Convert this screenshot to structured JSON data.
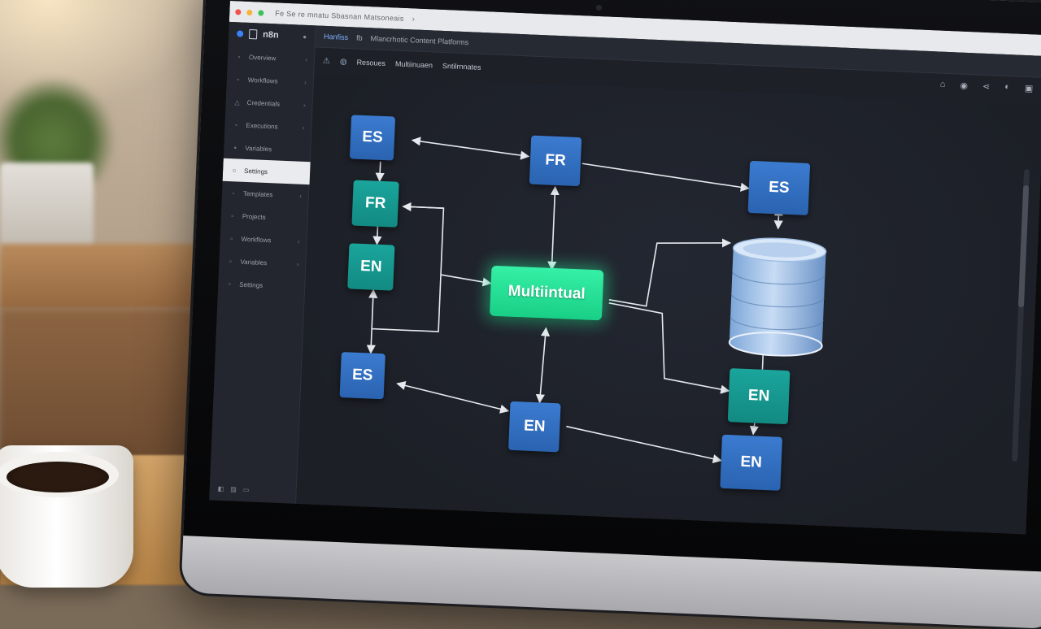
{
  "browser": {
    "url": "Fe Se re mnatu Sbasnan Matsoneais",
    "nav_icon": "arrow-icon"
  },
  "sidebar": {
    "brand": "n8n",
    "pin_icon": "pin-icon",
    "items": [
      {
        "label": "Overview",
        "icon": "home-icon"
      },
      {
        "label": "Workflows",
        "icon": "workflow-icon"
      },
      {
        "label": "Credentials",
        "icon": "key-icon"
      },
      {
        "label": "Executions",
        "icon": "list-icon"
      },
      {
        "label": "Variables",
        "icon": "variable-icon"
      },
      {
        "label": "Settings",
        "icon": "gear-icon",
        "active": true
      },
      {
        "label": "Templates",
        "icon": "template-icon"
      },
      {
        "label": "Projects",
        "icon": "folder-icon"
      },
      {
        "label": "Workflows",
        "icon": "workflow-icon"
      },
      {
        "label": "Variables",
        "icon": "variable-icon"
      },
      {
        "label": "Settings",
        "icon": "gear-icon"
      }
    ],
    "bottom": [
      "◧",
      "▤",
      "▭"
    ]
  },
  "topbar": {
    "items": [
      "Hanfiss",
      "fb",
      "Mlancrhotic Content Platforms"
    ]
  },
  "toolbar": {
    "items": [
      "Resoues",
      "Multiinuaen",
      "Sntilrnnates"
    ]
  },
  "nodes": {
    "es_top_left": "ES",
    "fr_top": "FR",
    "es_top_right": "ES",
    "fr_left": "FR",
    "en_left": "EN",
    "hub": "Multiintual",
    "es_bottom_left": "ES",
    "en_bottom": "EN",
    "en_right": "EN",
    "en_bottom_right": "EN"
  },
  "colors": {
    "node_blue": "#2f6fc4",
    "node_teal": "#169a91",
    "hub_green": "#2ae89a",
    "canvas": "#1d2027"
  }
}
